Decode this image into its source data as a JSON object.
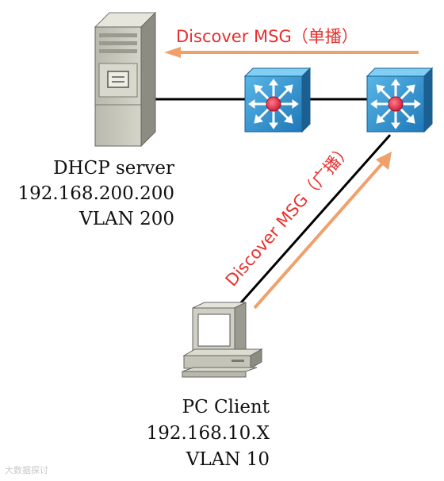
{
  "server": {
    "name": "DHCP server",
    "ip": "192.168.200.200",
    "vlan": "VLAN 200"
  },
  "client": {
    "name": "PC Client",
    "ip": "192.168.10.X",
    "vlan": "VLAN 10"
  },
  "messages": {
    "unicast": "Discover MSG（单播）",
    "broadcast": "Discover MSG（广播）"
  },
  "watermark": "大数据探讨",
  "colors": {
    "arrow": "#f0a06a",
    "message_text": "#e8302d",
    "link": "#000000",
    "switch_blue": "#2a86c4",
    "switch_center": "#e0304a"
  }
}
